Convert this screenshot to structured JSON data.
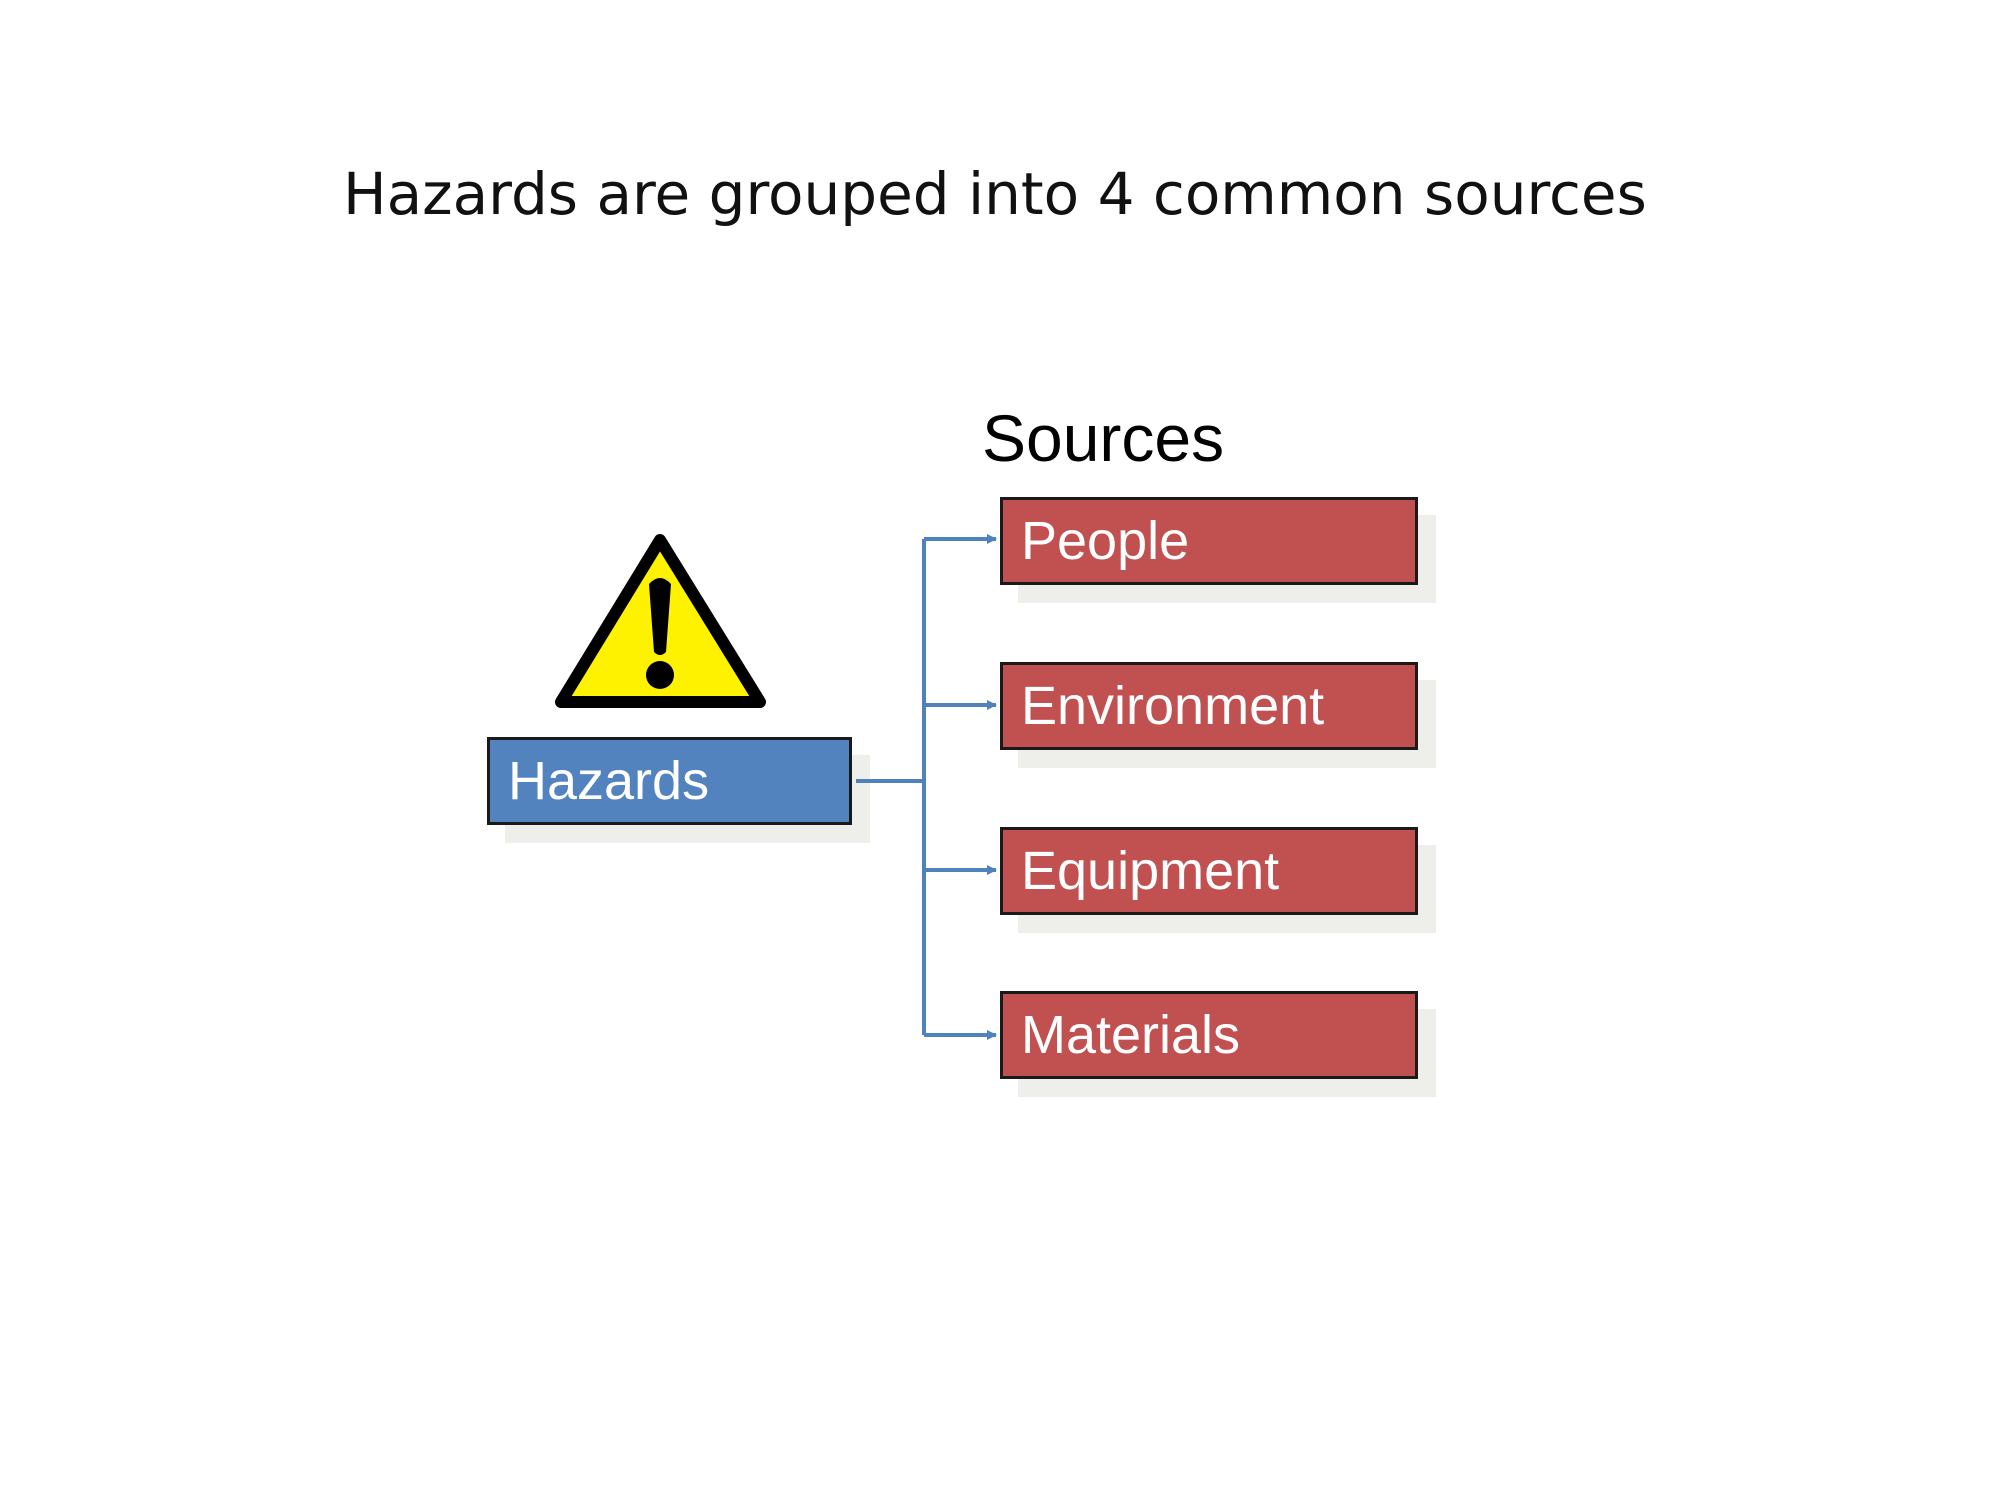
{
  "title": "Hazards are grouped into 4 common sources",
  "diagram": {
    "sources_heading": "Sources",
    "root": {
      "label": "Hazards",
      "color": "#5283be",
      "icon": "warning-triangle-icon"
    },
    "sources": [
      {
        "label": "People"
      },
      {
        "label": "Environment"
      },
      {
        "label": "Equipment"
      },
      {
        "label": "Materials"
      }
    ],
    "source_color": "#c05150",
    "connector_color": "#4f81bd"
  }
}
